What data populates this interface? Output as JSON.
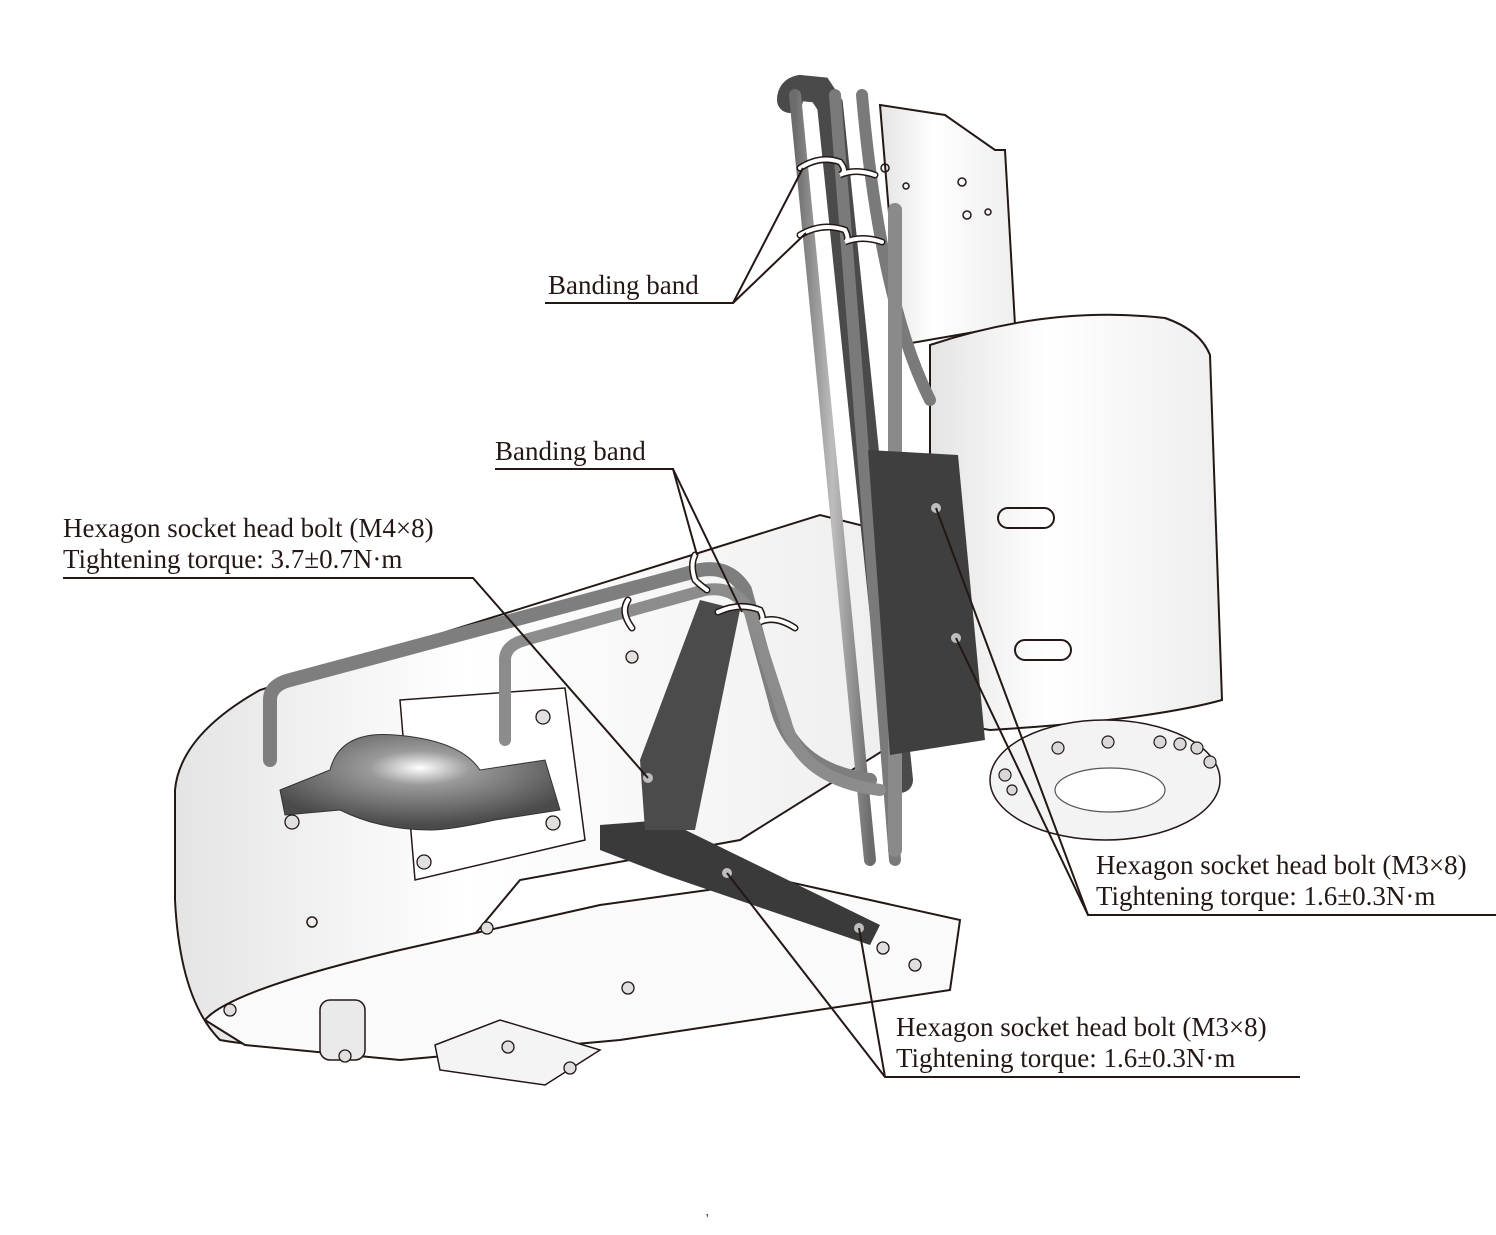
{
  "figure": {
    "subject": "Robot arm cable routing – bottom view",
    "colors": {
      "ink": "#231815",
      "body_fill": "#f7f7f7",
      "cable_fill": "#8a8a8a",
      "cover_fill": "#3f3f3f",
      "band_fill": "#ffffff"
    }
  },
  "callouts": [
    {
      "id": "banding-band-upper",
      "lines": [
        "Banding band"
      ]
    },
    {
      "id": "banding-band-middle",
      "lines": [
        "Banding band"
      ]
    },
    {
      "id": "bolt-m4",
      "lines": [
        "Hexagon socket head bolt (M4×8)",
        "Tightening torque: 3.7±0.7N·m"
      ]
    },
    {
      "id": "bolt-m3-right",
      "lines": [
        "Hexagon socket head bolt (M3×8)",
        "Tightening torque: 1.6±0.3N·m"
      ]
    },
    {
      "id": "bolt-m3-bottom",
      "lines": [
        "Hexagon socket head bolt (M3×8)",
        "Tightening torque: 1.6±0.3N·m"
      ]
    }
  ],
  "footer_mark": "'"
}
